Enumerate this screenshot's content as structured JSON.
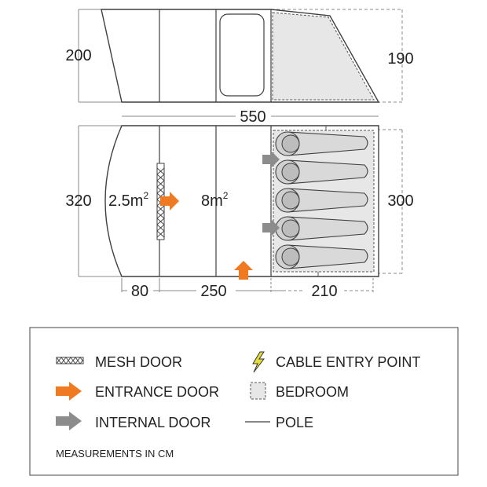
{
  "colors": {
    "outline": "#3f3f3f",
    "dimension": "#7a7a7a",
    "bedroom_fill": "#e7e7e7",
    "entrance_arrow": "#f07a22",
    "internal_arrow": "#8c8c8c",
    "cable_icon": "#e6dc3c",
    "bag_fill": "#d9d9d9"
  },
  "side_view": {
    "height_left": "200",
    "height_right": "190"
  },
  "floor_plan": {
    "length": "550",
    "width_left": "320",
    "width_right": "300",
    "porch_area": "2.5m",
    "porch_area_exp": "2",
    "living_area": "8m",
    "living_area_exp": "2",
    "section_1": "80",
    "section_2": "250",
    "section_3": "210",
    "sleeping_bags": 5
  },
  "legend": {
    "mesh_door": "MESH DOOR",
    "entrance_door": "ENTRANCE DOOR",
    "internal_door": "INTERNAL DOOR",
    "cable_entry": "CABLE ENTRY POINT",
    "bedroom": "BEDROOM",
    "pole": "POLE",
    "note": "MEASUREMENTS IN CM"
  }
}
